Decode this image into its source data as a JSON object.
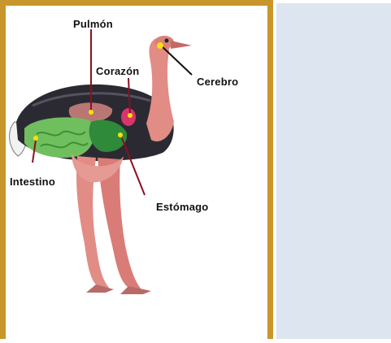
{
  "diagram": {
    "labels": {
      "pulmon": "Pulmón",
      "corazon": "Corazón",
      "cerebro": "Cerebro",
      "intestino": "Intestino",
      "estomago": "Estómago"
    },
    "colors": {
      "frame_border": "#c8962a",
      "side_panel": "#dde5f0",
      "body_feathers": "#2b2a33",
      "skin": "#e28c86",
      "intestine": "#6fbf5e",
      "stomach": "#2f8a3a",
      "lung": "#c97f7a",
      "heart": "#d8356a",
      "marker": "#ffe000",
      "leader_line": "#8a1020"
    }
  }
}
